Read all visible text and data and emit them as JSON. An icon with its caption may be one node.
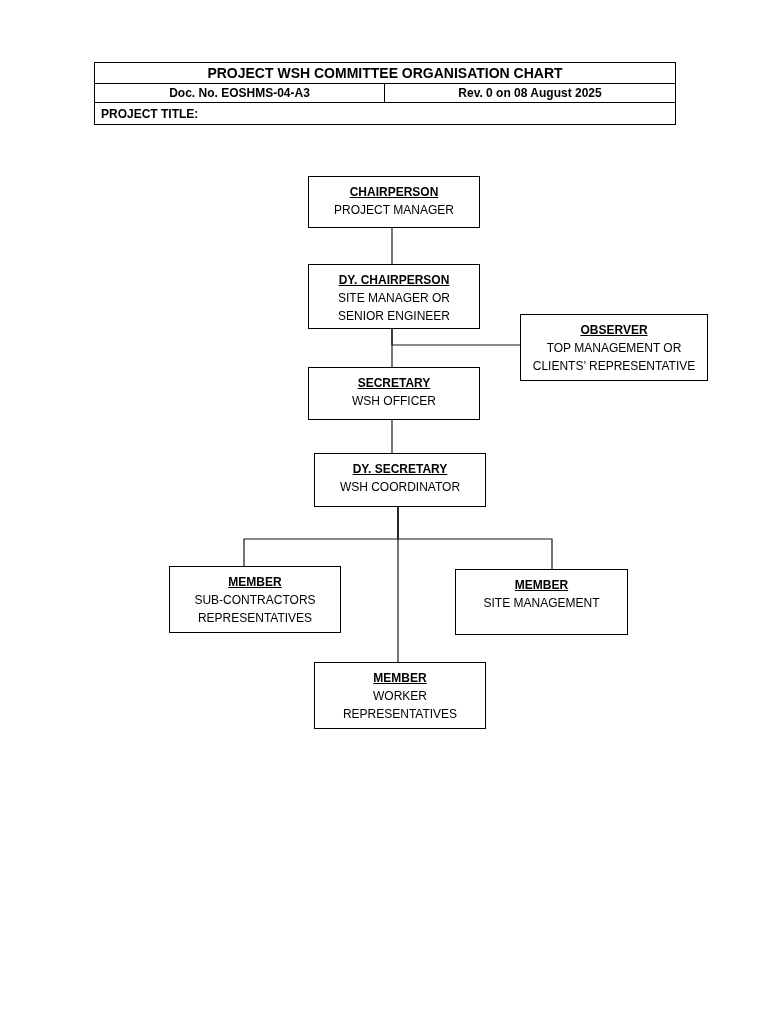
{
  "diagram": {
    "title": "PROJECT WSH COMMITTEE ORGANISATION CHART",
    "nodes": [
      {
        "text": [
          "CHAIRPERSON",
          "PROJECT MANAGER"
        ]
      },
      {
        "text": [
          "DY. CHAIRPERSON",
          "SITE MANAGER OR SENIOR ENGINEER"
        ]
      },
      {
        "text": [
          "OBSERVER",
          "TOP MANAGEMENT OR CLIENTS’ REPRESENTATIVE"
        ]
      },
      {
        "text": [
          "SECRETARY",
          "WSH OFFICER"
        ]
      },
      {
        "text": [
          "DY. SECRETARY",
          "WSH COORDINATOR"
        ]
      },
      {
        "text": [
          "MEMBER",
          "SUB-CONTRACTORS REPRESENTATIVES"
        ]
      },
      {
        "text": [
          "MEMBER",
          "SITE MANAGEMENT"
        ]
      },
      {
        "text": [
          "MEMBER",
          "WORKER REPRESENTATIVES"
        ]
      }
    ],
    "edges": [
      {
        "from": 0,
        "to": 1,
        "arrow": "none"
      },
      {
        "from": 1,
        "to": 3,
        "arrow": "none"
      },
      {
        "from": 1,
        "to": 2,
        "arrow": "none"
      },
      {
        "from": 3,
        "to": 4,
        "arrow": "none"
      },
      {
        "from": 4,
        "to": 5,
        "arrow": "none"
      },
      {
        "from": 4,
        "to": 6,
        "arrow": "none"
      },
      {
        "from": 4,
        "to": 7,
        "arrow": "none"
      }
    ],
    "labels": [
      "Doc. No. EOSHMS-04-A3",
      "Rev. 0 on 08 August 2025",
      "PROJECT TITLE:"
    ]
  }
}
